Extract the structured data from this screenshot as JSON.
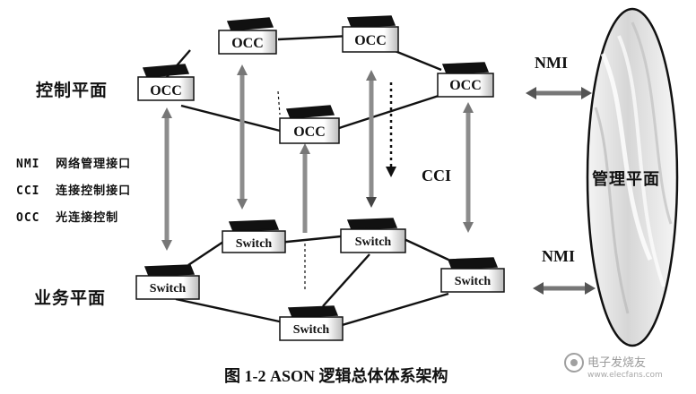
{
  "labels": {
    "control_plane": "控制平面",
    "service_plane": "业务平面",
    "management_plane": "管理平面",
    "cci": "CCI",
    "nmi_top": "NMI",
    "nmi_bottom": "NMI",
    "caption": "图 1-2  ASON 逻辑总体体系架构"
  },
  "legend": [
    {
      "abbr": "NMI",
      "desc": "网络管理接口"
    },
    {
      "abbr": "CCI",
      "desc": "连接控制接口"
    },
    {
      "abbr": "OCC",
      "desc": "光连接控制"
    }
  ],
  "occ_nodes": [
    {
      "id": "occ-top-left",
      "label": "OCC"
    },
    {
      "id": "occ-top-mid",
      "label": "OCC"
    },
    {
      "id": "occ-left",
      "label": "OCC"
    },
    {
      "id": "occ-right",
      "label": "OCC"
    },
    {
      "id": "occ-center",
      "label": "OCC"
    }
  ],
  "switch_nodes": [
    {
      "id": "switch-top-left",
      "label": "Switch"
    },
    {
      "id": "switch-top-mid",
      "label": "Switch"
    },
    {
      "id": "switch-left",
      "label": "Switch"
    },
    {
      "id": "switch-right",
      "label": "Switch"
    },
    {
      "id": "switch-bottom",
      "label": "Switch"
    }
  ],
  "watermark": {
    "brand": "电子发烧友",
    "site": "www.elecfans.com"
  }
}
